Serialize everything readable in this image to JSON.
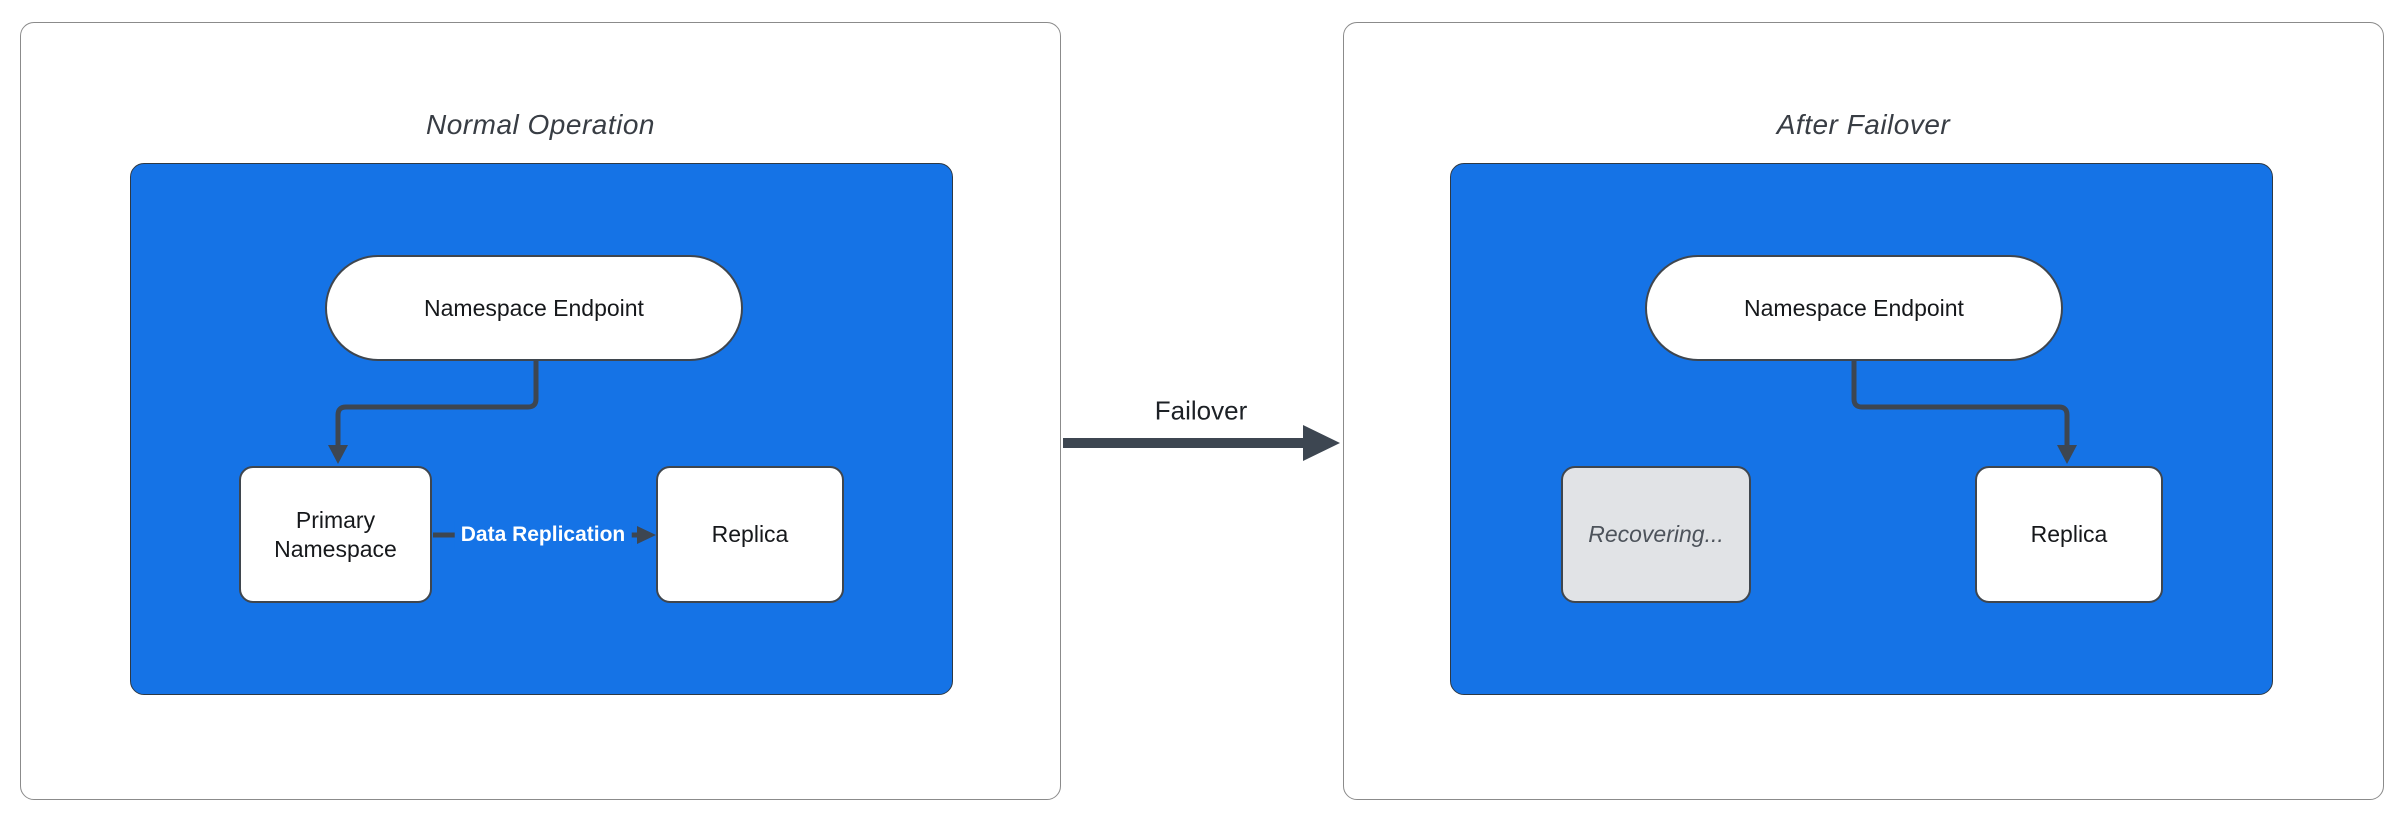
{
  "diagram": {
    "panels": [
      {
        "title": "Normal Operation",
        "endpoint_label": "Namespace Endpoint",
        "primary_label": "Primary Namespace",
        "replica_label": "Replica",
        "replication_label": "Data Replication"
      },
      {
        "title": "After Failover",
        "endpoint_label": "Namespace Endpoint",
        "recovering_label": "Recovering...",
        "replica_label": "Replica"
      }
    ],
    "transition_label": "Failover",
    "colors": {
      "container_blue": "#1573e6",
      "arrow_dark": "#3d4651",
      "node_border": "#3f464e",
      "panel_border": "#8b8b8b",
      "recovering_fill": "#e1e3e6",
      "recovering_text": "#4d535b",
      "node_text": "#16181b",
      "title_text": "#383d44",
      "edge_label_text": "#ffffff"
    }
  }
}
